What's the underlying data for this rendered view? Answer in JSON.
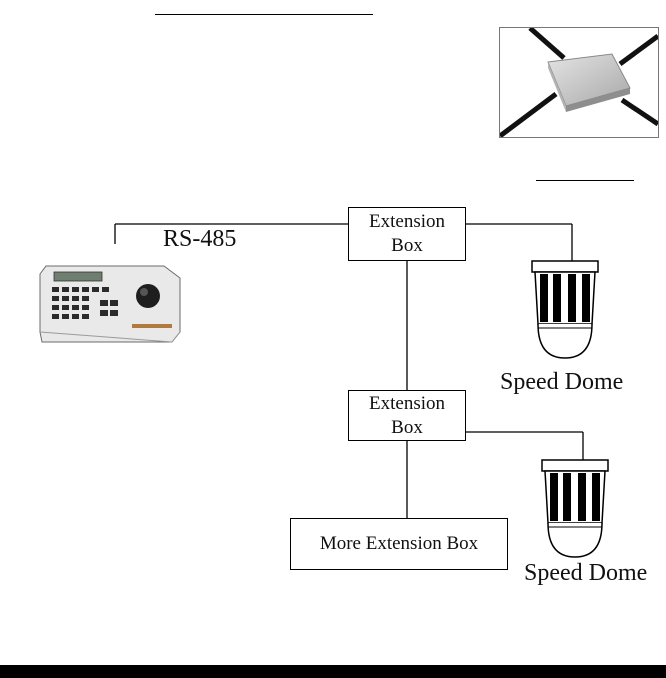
{
  "diagram": {
    "rs485_label": "RS-485",
    "ext_box_top": {
      "line1": "Extension",
      "line2": "Box"
    },
    "ext_box_mid": {
      "line1": "Extension",
      "line2": "Box"
    },
    "more_ext_box": "More Extension Box",
    "speed_dome_1": "Speed Dome",
    "speed_dome_2": "Speed Dome"
  }
}
